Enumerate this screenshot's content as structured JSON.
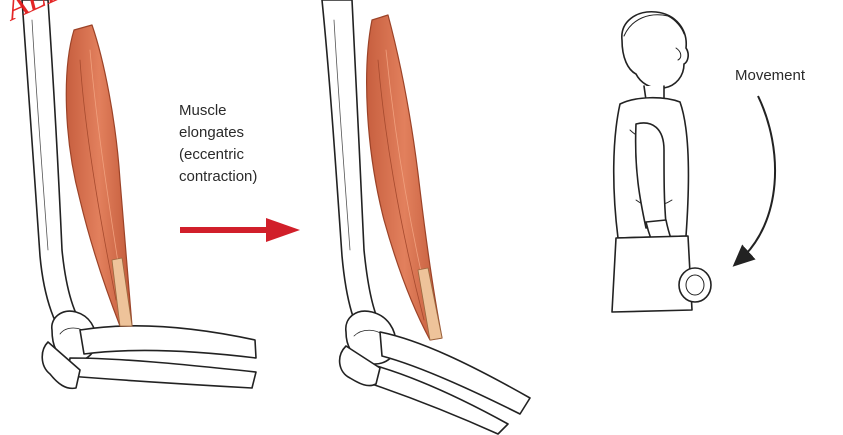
{
  "caption": {
    "lines": [
      "Muscle",
      "elongates",
      "(eccentric",
      "contraction)"
    ]
  },
  "movement_label": "Movement",
  "watermark_text": "ALL RIGHTS",
  "colors": {
    "muscle": "#d9704f",
    "muscle_dark": "#b95a3b",
    "tendon": "#e9b88a",
    "arrow_red": "#d11f2a",
    "ink": "#222222",
    "watermark": "#e31b1b"
  },
  "icons": [
    "contracted-arm-illustration",
    "extended-arm-illustration",
    "red-right-arrow",
    "man-lifting-dumbbell-illustration",
    "curved-down-arrow"
  ]
}
